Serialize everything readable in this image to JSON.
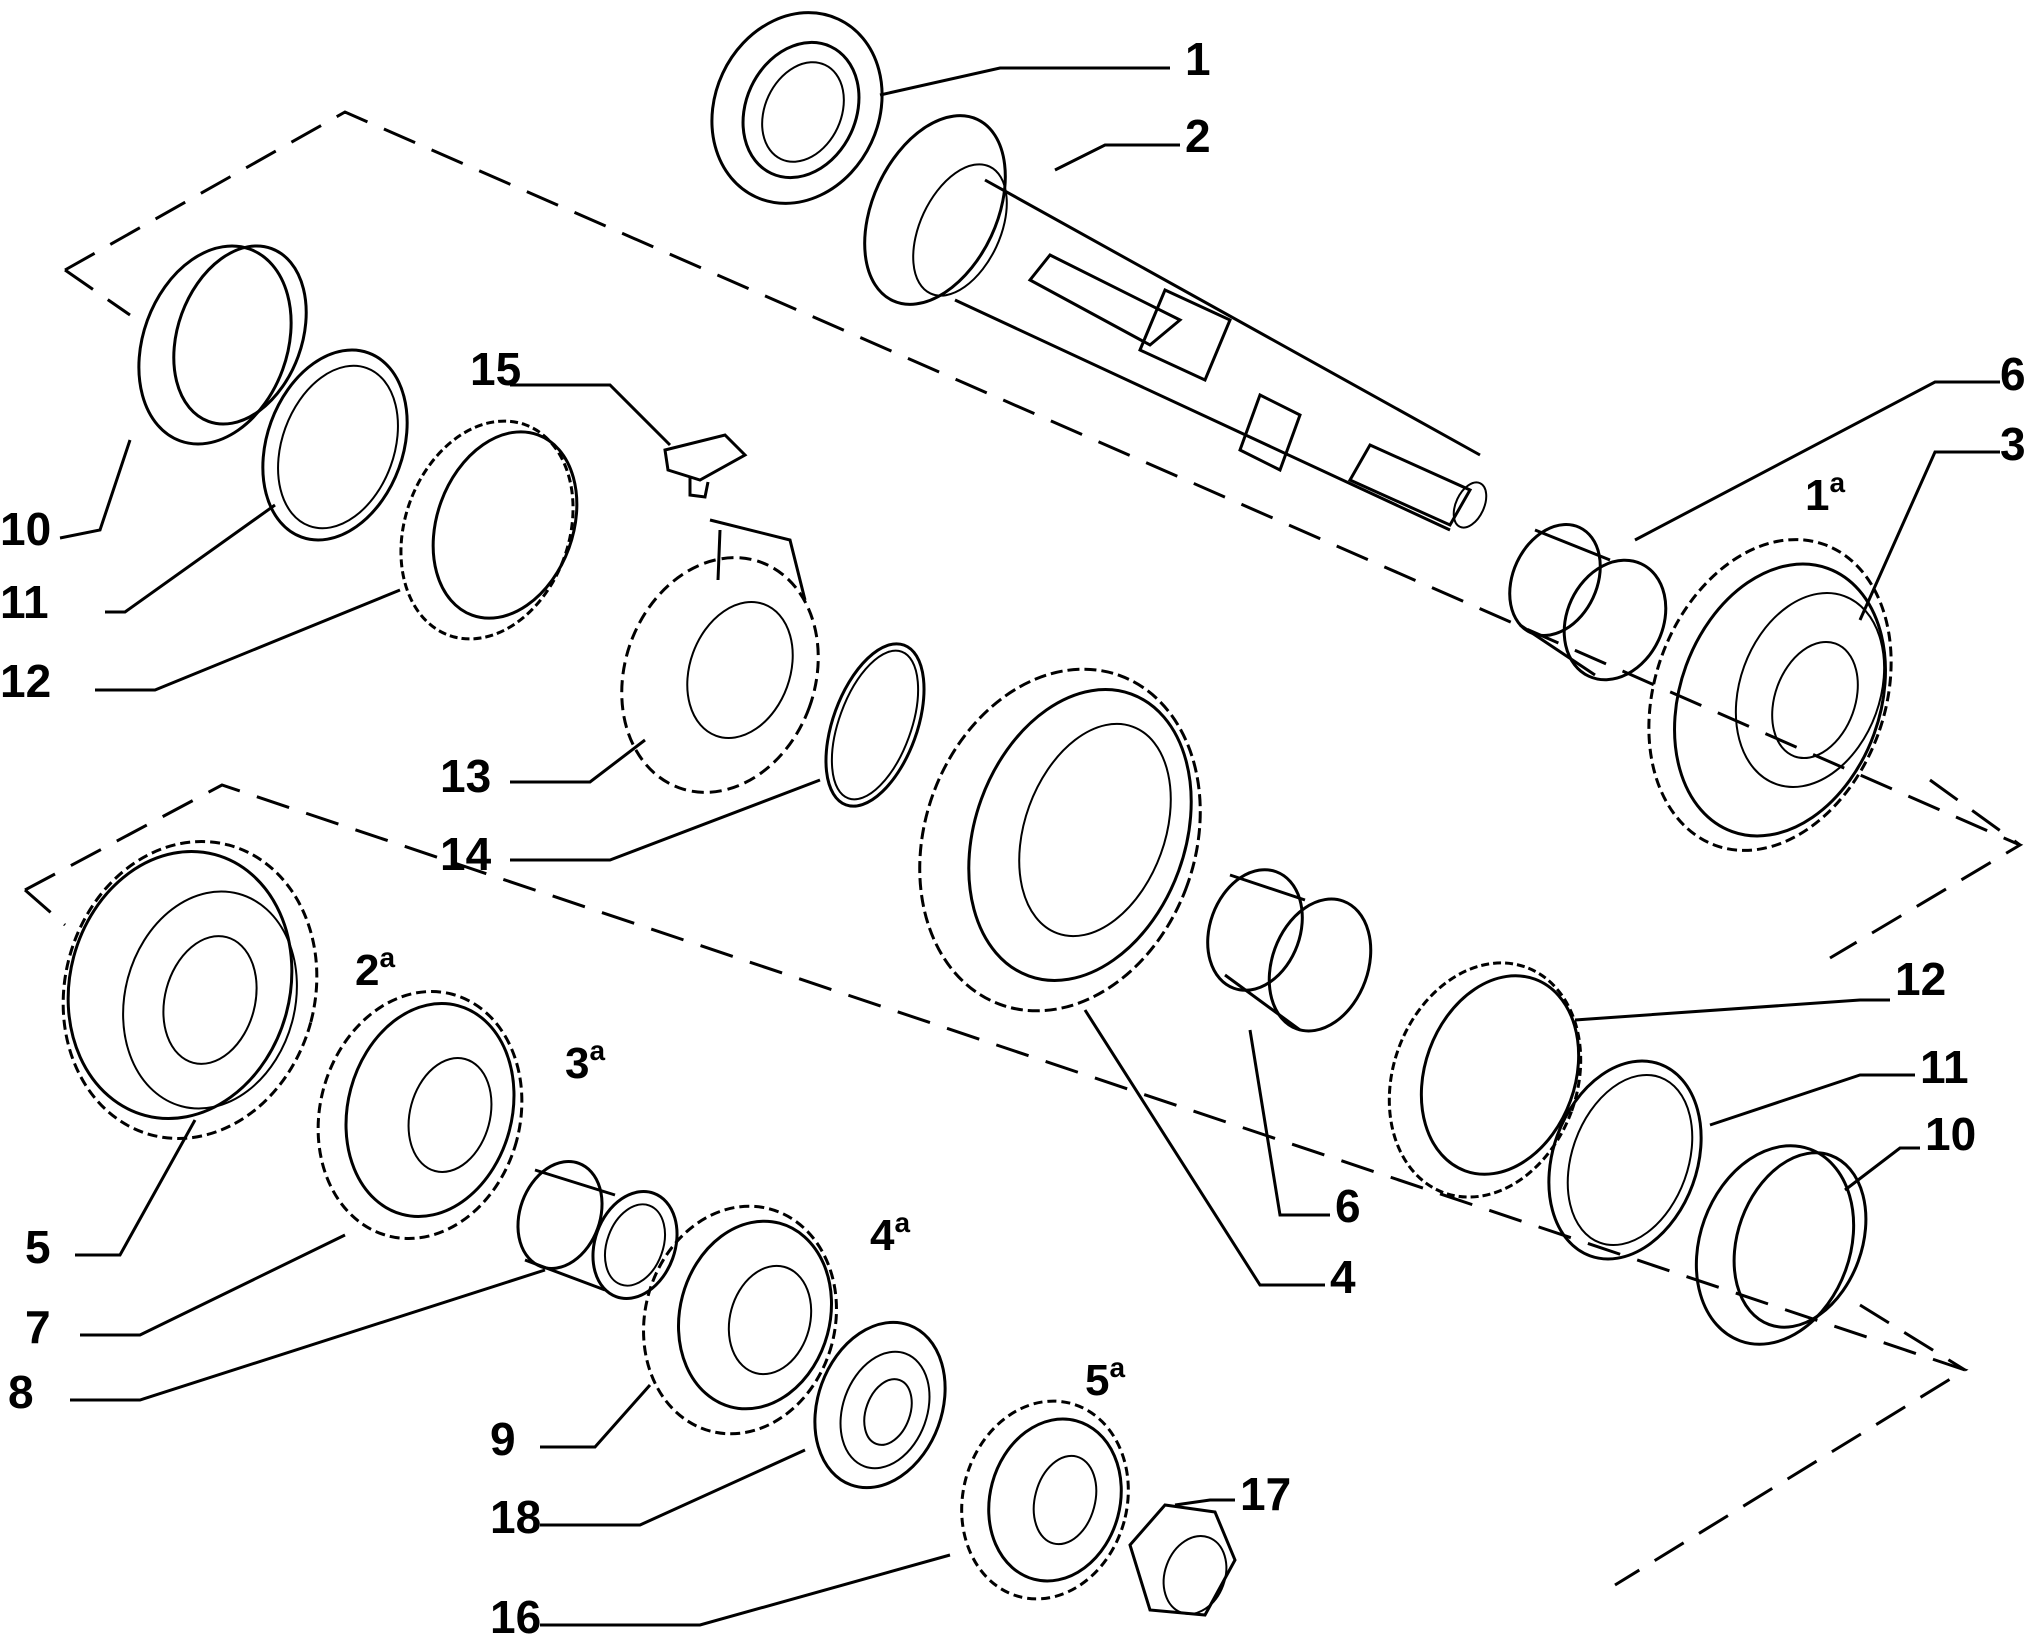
{
  "diagram": {
    "labels": {
      "l1": "1",
      "l2": "2",
      "l3": "3",
      "l4": "4",
      "l5": "5",
      "l6a": "6",
      "l6b": "6",
      "l7": "7",
      "l8": "8",
      "l9": "9",
      "l10a": "10",
      "l10b": "10",
      "l11a": "11",
      "l11b": "11",
      "l12a": "12",
      "l12b": "12",
      "l13": "13",
      "l14": "14",
      "l15": "15",
      "l16": "16",
      "l17": "17",
      "l18": "18"
    },
    "gears": {
      "g1": {
        "num": "1",
        "sup": "a"
      },
      "g2": {
        "num": "2",
        "sup": "a"
      },
      "g3": {
        "num": "3",
        "sup": "a"
      },
      "g4": {
        "num": "4",
        "sup": "a"
      },
      "g5": {
        "num": "5",
        "sup": "a"
      }
    }
  }
}
